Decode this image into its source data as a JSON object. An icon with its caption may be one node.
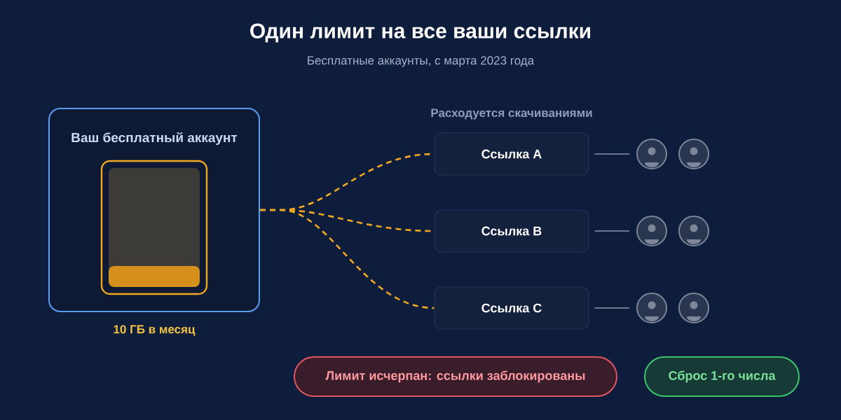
{
  "diagram": {
    "title": "Один лимит на все ваши ссылки",
    "nodes": [
      {
        "text": [
          "Ваш бесплатный аккаунт"
        ],
        "beside": [
          "10 ГБ в месяц"
        ]
      },
      {
        "text": [],
        "shape": "box",
        "in": 0
      },
      {
        "text": [
          "Ссылка A"
        ]
      },
      {
        "text": [
          "Ссылка B"
        ]
      },
      {
        "text": [
          "Ссылка C"
        ]
      },
      {
        "text": [],
        "shape": "person"
      },
      {
        "text": [],
        "shape": "person"
      },
      {
        "text": [],
        "shape": "person"
      },
      {
        "text": [],
        "shape": "person"
      },
      {
        "text": [],
        "shape": "person"
      },
      {
        "text": [],
        "shape": "person"
      },
      {
        "text": [
          "Лимит исчерпан: ссылки заблокированы"
        ]
      },
      {
        "text": [
          "Сброс 1-го числа"
        ]
      }
    ],
    "edges": [
      {
        "from": 0,
        "to": 2,
        "arrow": "none",
        "style": "dashed",
        "color": "#f0a820"
      },
      {
        "from": 0,
        "to": 3,
        "arrow": "none",
        "style": "dashed",
        "color": "#f0a820"
      },
      {
        "from": 0,
        "to": 4,
        "arrow": "none",
        "style": "dashed",
        "color": "#f0a820"
      },
      {
        "from": 2,
        "to": 5,
        "arrow": "none",
        "color": "#6b7790"
      },
      {
        "from": 3,
        "to": 7,
        "arrow": "none",
        "color": "#6b7790"
      },
      {
        "from": 4,
        "to": 9,
        "arrow": "none",
        "color": "#6b7790"
      }
    ],
    "labels": [
      "Бесплатные аккаунты, с марта 2023 года",
      "Расходуется скачиваниями"
    ]
  }
}
